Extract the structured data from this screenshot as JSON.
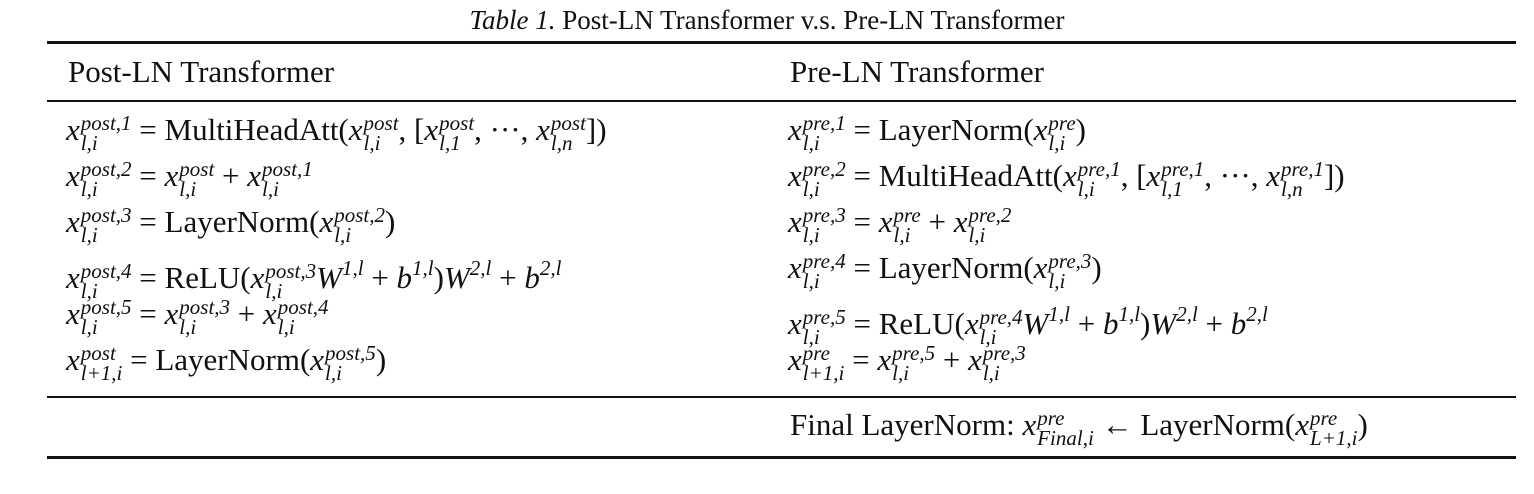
{
  "caption": {
    "label": "Table 1.",
    "text": "Post-LN Transformer v.s. Pre-LN Transformer"
  },
  "headers": {
    "post": "Post-LN Transformer",
    "pre": "Pre-LN Transformer"
  },
  "post_equations": [
    {
      "lhs_sup": "post,1",
      "lhs_sub": "l,i",
      "rhs": "= MultiHeadAtt(x^{post}_{l,i}, [x^{post}_{l,1}, ···, x^{post}_{l,n}])"
    },
    {
      "lhs_sup": "post,2",
      "lhs_sub": "l,i",
      "rhs": "= x^{post}_{l,i} + x^{post,1}_{l,i}"
    },
    {
      "lhs_sup": "post,3",
      "lhs_sub": "l,i",
      "rhs": "= LayerNorm(x^{post,2}_{l,i})"
    },
    {
      "lhs_sup": "post,4",
      "lhs_sub": "l,i",
      "rhs": "= ReLU(x^{post,3}_{l,i}W^{1,l} + b^{1,l})W^{2,l} + b^{2,l}"
    },
    {
      "lhs_sup": "post,5",
      "lhs_sub": "l,i",
      "rhs": "= x^{post,3}_{l,i} + x^{post,4}_{l,i}"
    },
    {
      "lhs_sup": "post",
      "lhs_sub": "l+1,i",
      "rhs": "= LayerNorm(x^{post,5}_{l,i})"
    }
  ],
  "pre_equations": [
    {
      "lhs_sup": "pre,1",
      "lhs_sub": "l,i",
      "rhs": "= LayerNorm(x^{pre}_{l,i})"
    },
    {
      "lhs_sup": "pre,2",
      "lhs_sub": "l,i",
      "rhs": "= MultiHeadAtt(x^{pre,1}_{l,i}, [x^{pre,1}_{l,1}, ···, x^{pre,1}_{l,n}])"
    },
    {
      "lhs_sup": "pre,3",
      "lhs_sub": "l,i",
      "rhs": "= x^{pre}_{l,i} + x^{pre,2}_{l,i}"
    },
    {
      "lhs_sup": "pre,4",
      "lhs_sub": "l,i",
      "rhs": "= LayerNorm(x^{pre,3}_{l,i})"
    },
    {
      "lhs_sup": "pre,5",
      "lhs_sub": "l,i",
      "rhs": "= ReLU(x^{pre,4}_{l,i}W^{1,l} + b^{1,l})W^{2,l} + b^{2,l}"
    },
    {
      "lhs_sup": "pre",
      "lhs_sub": "l+1,i",
      "rhs": "= x^{pre,5}_{l,i} + x^{pre,3}_{l,i}"
    }
  ],
  "final": {
    "label": "Final LayerNorm:",
    "expr": "x^{pre}_{Final,i} ← LayerNorm(x^{pre}_{L+1,i})"
  }
}
